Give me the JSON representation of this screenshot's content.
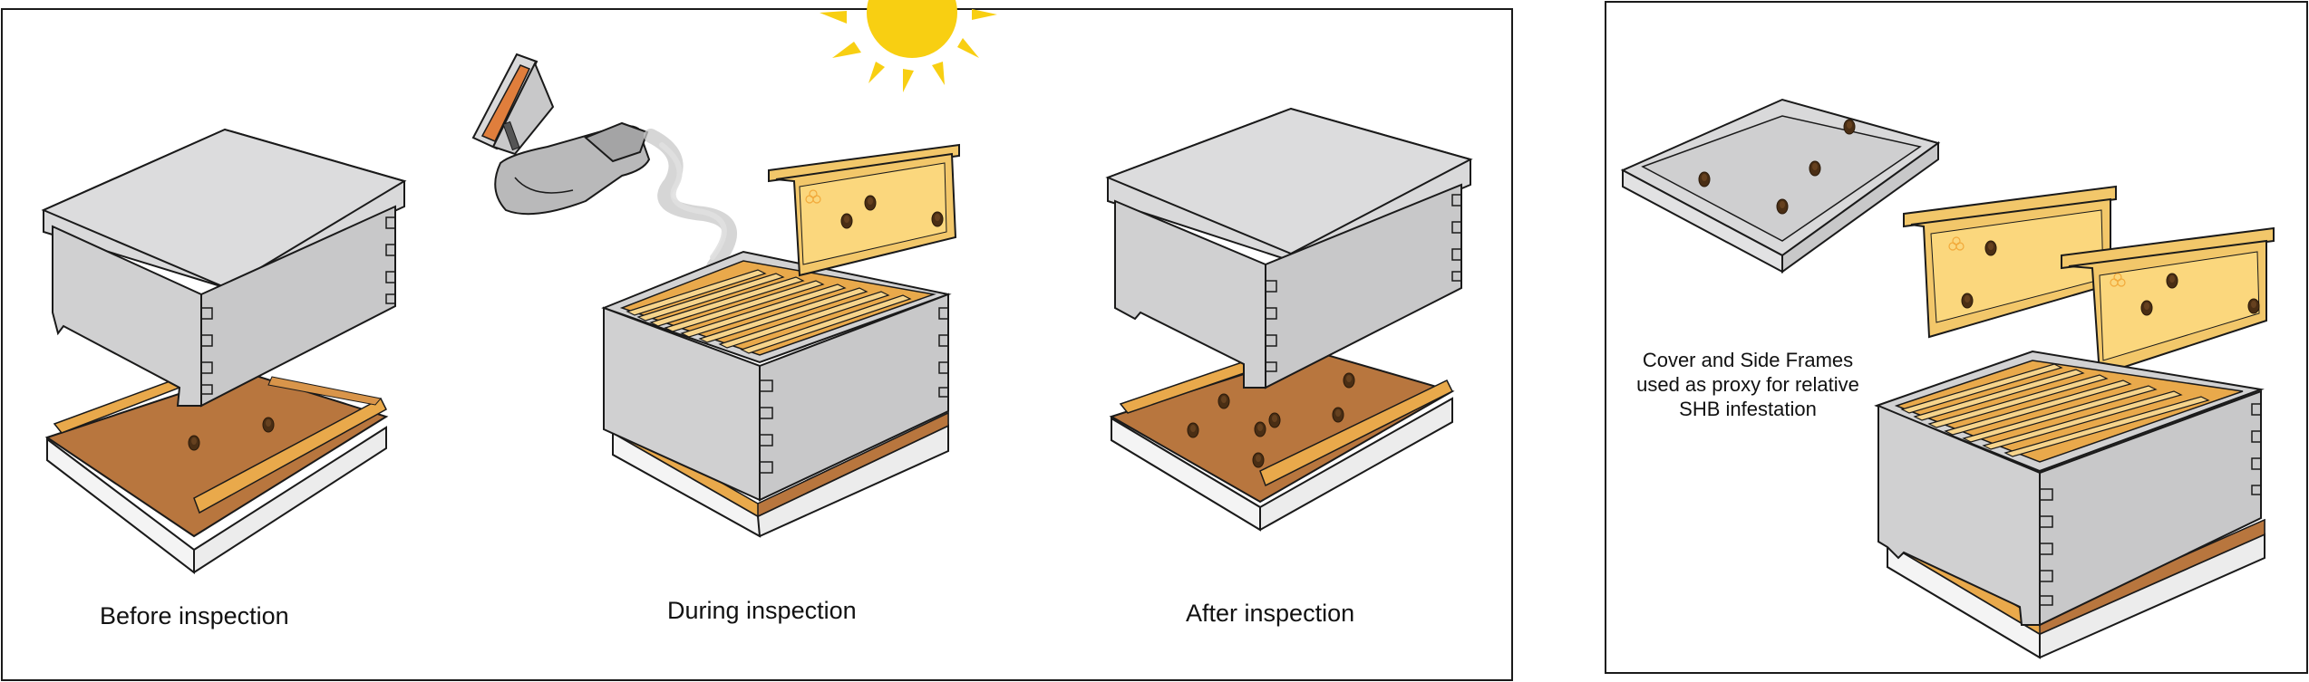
{
  "panels": {
    "main": {
      "captions": {
        "before": "Before inspection",
        "during": "During inspection",
        "after": "After inspection"
      }
    },
    "side": {
      "note_lines": [
        "Cover and Side Frames",
        "used as proxy for relative",
        "SHB infestation"
      ]
    }
  },
  "colors": {
    "hive_box": "#d2d2d3",
    "hive_top": "#d9d9da",
    "hive_side": "#c8c8c9",
    "bottom_board_wood": "#b8763e",
    "bottom_board_rail": "#e9a94b",
    "bottom_board_base": "#ececec",
    "frame_wood": "#f2c76a",
    "frame_comb": "#fbd77d",
    "beetle": "#5a3a1c",
    "sun": "#f8cf12",
    "outline": "#1a1a1a"
  },
  "icons": [
    "sun-icon",
    "smoker-icon",
    "smoke-icon",
    "beetle-icon",
    "hive-box-icon",
    "frame-icon",
    "bottom-board-icon",
    "hive-cover-icon"
  ]
}
